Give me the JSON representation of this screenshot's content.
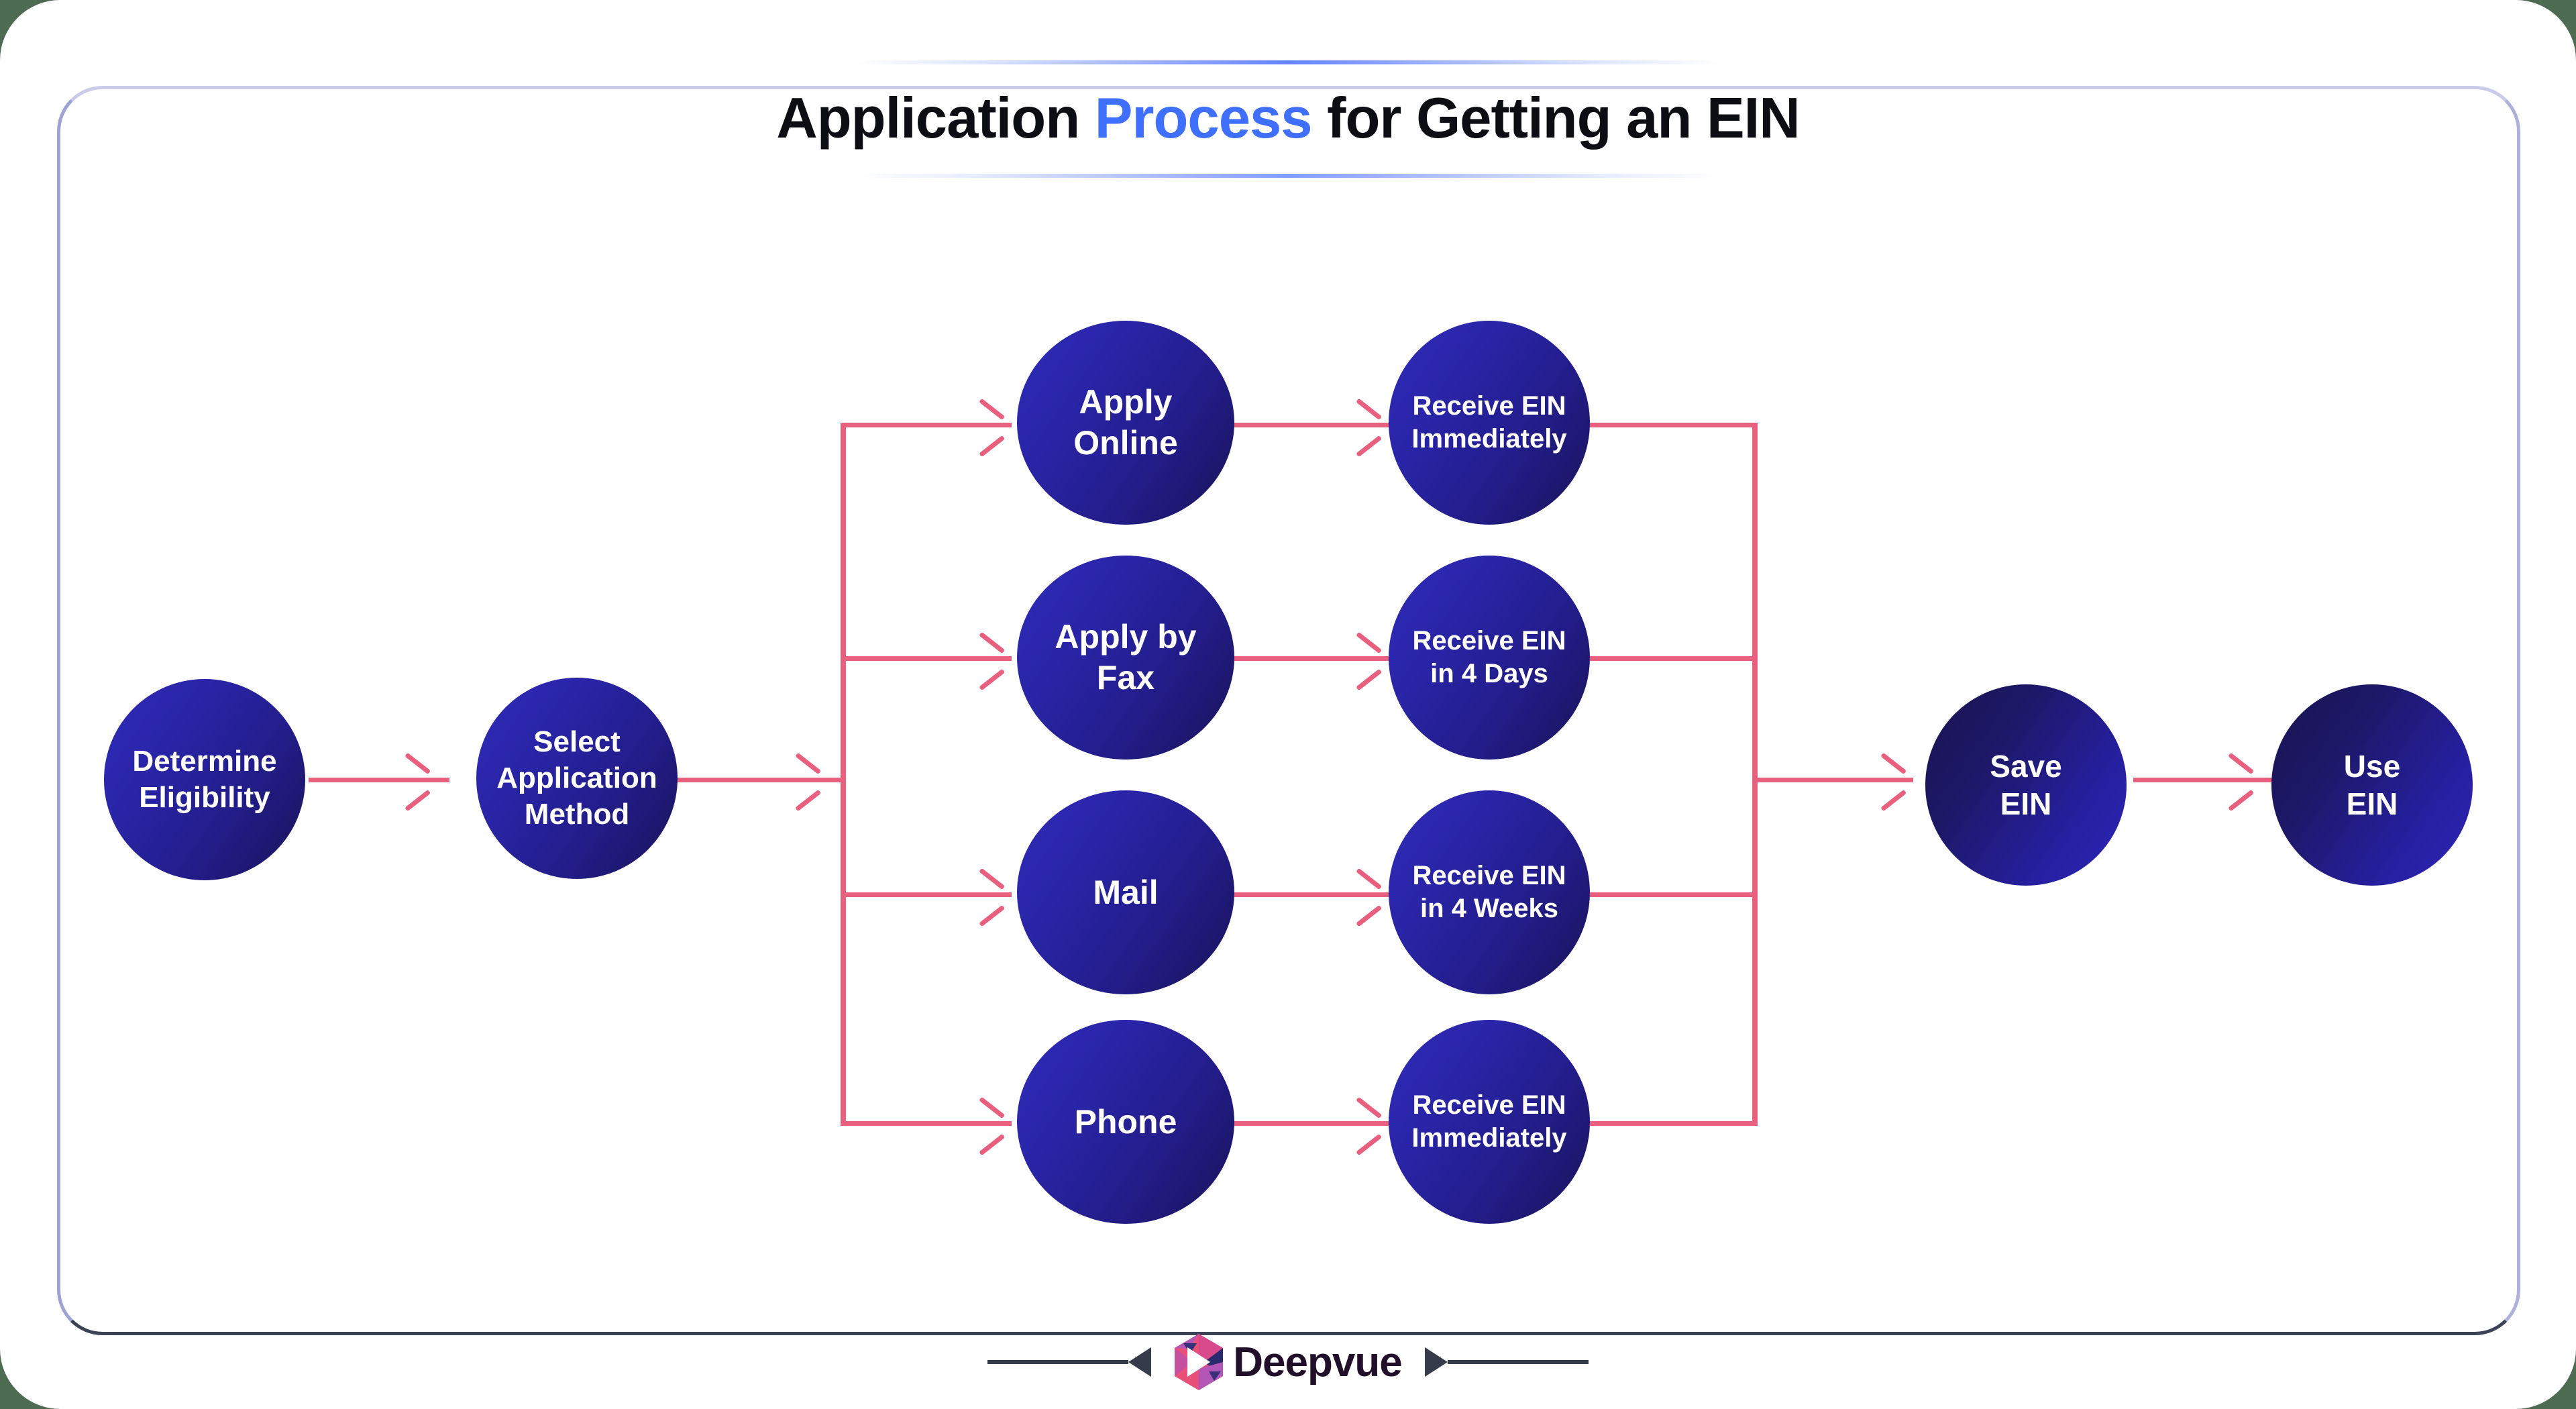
{
  "theme": {
    "page_background": "#4d6b51",
    "canvas_background": "#ffffff",
    "card_border_dark": "#3d4357",
    "card_border_light": "#c9cbe8",
    "node_fill_from": "#2e2ab9",
    "node_fill_to": "#191459",
    "node_text": "#ffffff",
    "connector": "#e8607e",
    "title_text": "#0d0d14",
    "title_accent": "#3f6fff",
    "divider_accent": "#3f6fff",
    "brand_text": "#22102a"
  },
  "title": {
    "before": "Application ",
    "accent": "Process",
    "after": " for Getting an EIN"
  },
  "diagram": {
    "type": "flowchart",
    "nodes": [
      {
        "id": "determine",
        "label": "Determine\nEligibility",
        "line1": "Determine",
        "line2": "Eligibility",
        "column": "start",
        "font_size": 44
      },
      {
        "id": "select",
        "label": "Select\nApplication\nMethod",
        "line1": "Select",
        "line2": "Application",
        "line3": "Method",
        "column": "start",
        "font_size": 44
      },
      {
        "id": "online",
        "label": "Apply\nOnline",
        "line1": "Apply",
        "line2": "Online",
        "column": "method",
        "font_size": 50
      },
      {
        "id": "fax",
        "label": "Apply by\nFax",
        "line1": "Apply by",
        "line2": "Fax",
        "column": "method",
        "font_size": 50
      },
      {
        "id": "mail",
        "label": "Mail",
        "line1": "Mail",
        "column": "method",
        "font_size": 50
      },
      {
        "id": "phone",
        "label": "Phone",
        "line1": "Phone",
        "column": "method",
        "font_size": 50
      },
      {
        "id": "ein-now-1",
        "label": "Receive EIN\nImmediately",
        "line1": "Receive EIN",
        "line2": "Immediately",
        "column": "result",
        "font_size": 40
      },
      {
        "id": "ein-4days",
        "label": "Receive EIN\nin 4 Days",
        "line1": "Receive EIN",
        "line2": "in 4 Days",
        "column": "result",
        "font_size": 40
      },
      {
        "id": "ein-4weeks",
        "label": "Receive EIN\nin 4 Weeks",
        "line1": "Receive EIN",
        "line2": "in 4 Weeks",
        "column": "result",
        "font_size": 40
      },
      {
        "id": "ein-now-2",
        "label": "Receive EIN\nImmediately",
        "line1": "Receive EIN",
        "line2": "Immediately",
        "column": "result",
        "font_size": 40
      },
      {
        "id": "save",
        "label": "Save\nEIN",
        "line1": "Save",
        "line2": "EIN",
        "column": "end",
        "font_size": 46
      },
      {
        "id": "use",
        "label": "Use\nEIN",
        "line1": "Use",
        "line2": "EIN",
        "column": "end",
        "font_size": 46
      }
    ],
    "edges": [
      {
        "from": "determine",
        "to": "select"
      },
      {
        "from": "select",
        "to": "split"
      },
      {
        "from": "split",
        "to": "online"
      },
      {
        "from": "split",
        "to": "fax"
      },
      {
        "from": "split",
        "to": "mail"
      },
      {
        "from": "split",
        "to": "phone"
      },
      {
        "from": "online",
        "to": "ein-now-1"
      },
      {
        "from": "fax",
        "to": "ein-4days"
      },
      {
        "from": "mail",
        "to": "ein-4weeks"
      },
      {
        "from": "phone",
        "to": "ein-now-2"
      },
      {
        "from": "ein-now-1",
        "to": "merge"
      },
      {
        "from": "ein-4days",
        "to": "merge"
      },
      {
        "from": "ein-4weeks",
        "to": "merge"
      },
      {
        "from": "ein-now-2",
        "to": "merge"
      },
      {
        "from": "merge",
        "to": "save"
      },
      {
        "from": "save",
        "to": "use"
      }
    ]
  },
  "footer": {
    "brand_name": "Deepvue",
    "logo_icon": "hexagon-play-logo"
  }
}
